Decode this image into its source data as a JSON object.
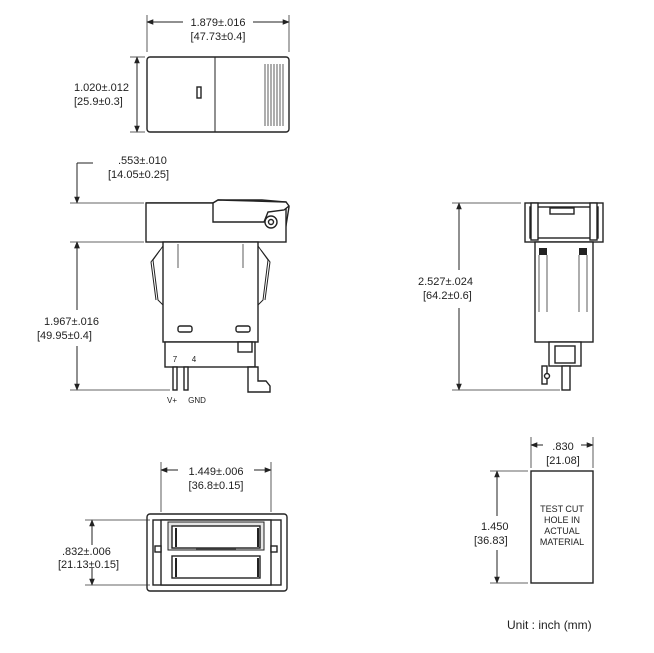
{
  "top_view": {
    "width_in": "1.879±.016",
    "width_mm": "[47.73±0.4]",
    "height_in": "1.020±.012",
    "height_mm": "[25.9±0.3]"
  },
  "side_view": {
    "offset_in": ".553±.010",
    "offset_mm": "[14.05±0.25]",
    "height_in": "1.967±.016",
    "height_mm": "[49.95±0.4]",
    "pin_7": "7",
    "pin_4": "4",
    "pin_v": "V+",
    "pin_gnd": "GND"
  },
  "end_view": {
    "height_in": "2.527±.024",
    "height_mm": "[64.2±0.6]"
  },
  "bottom_view": {
    "width_in": "1.449±.006",
    "width_mm": "[36.8±0.15]",
    "height_in": ".832±.006",
    "height_mm": "[21.13±0.15]"
  },
  "cutout": {
    "width_in": ".830",
    "width_mm": "[21.08]",
    "height_in": "1.450",
    "height_mm": "[36.83]",
    "label_line1": "TEST CUT",
    "label_line2": "HOLE  IN",
    "label_line3": "ACTUAL",
    "label_line4": "MATERIAL"
  },
  "footer": {
    "unit_note": "Unit : inch (mm)"
  }
}
